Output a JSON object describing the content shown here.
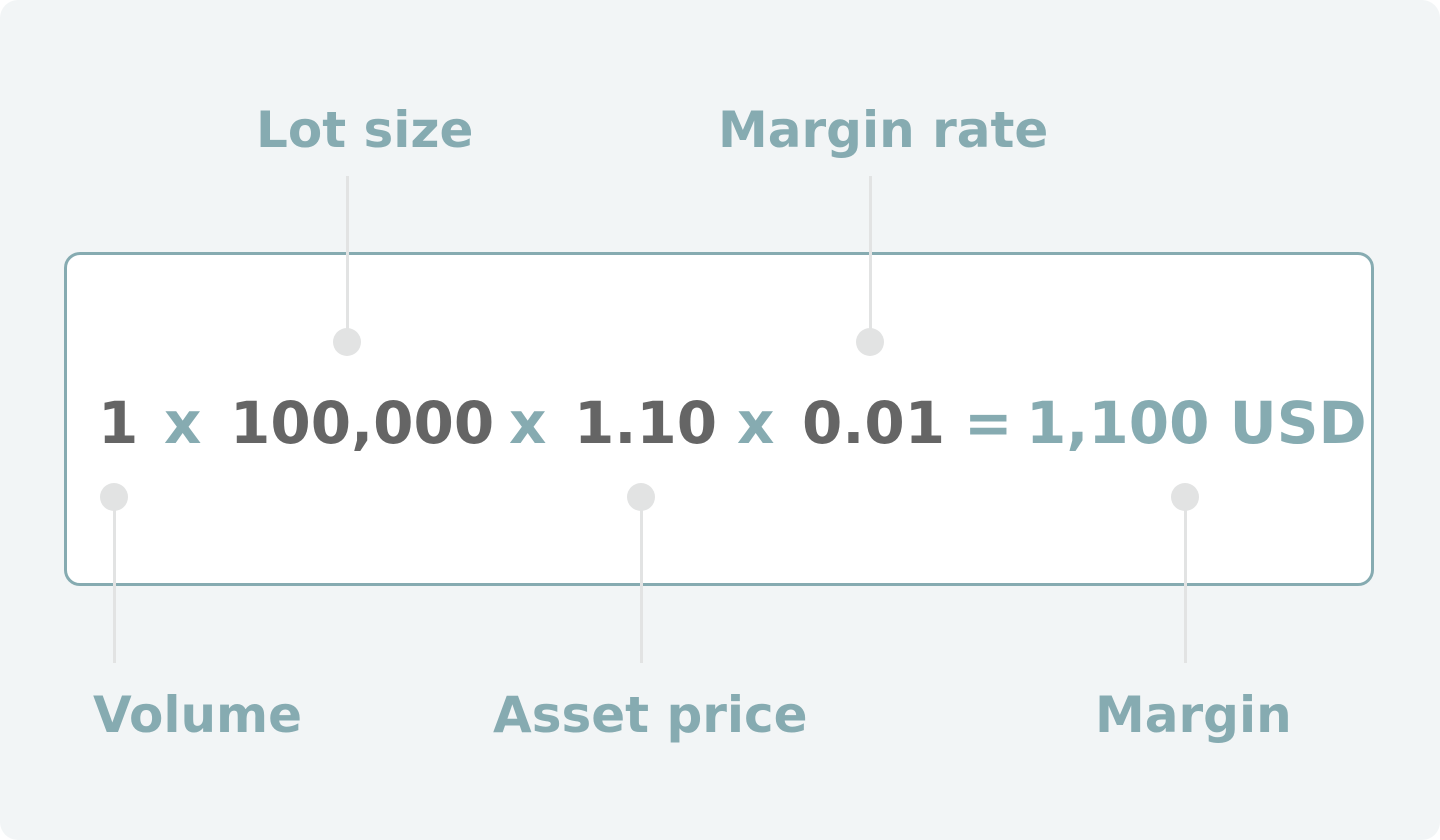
{
  "labels": {
    "lot_size": "Lot size",
    "margin_rate": "Margin rate",
    "volume": "Volume",
    "asset_price": "Asset price",
    "margin": "Margin"
  },
  "formula": {
    "volume": "1",
    "op1": "x",
    "lot_size": "100,000",
    "op2": "x",
    "asset_price": "1.10",
    "op3": "x",
    "margin_rate": "0.01",
    "equals": "=",
    "result": "1,100 USD"
  },
  "colors": {
    "background": "#f2f5f6",
    "accent": "#86abb1",
    "value_text": "#656565",
    "connector": "#e2e3e3",
    "box_fill": "#ffffff"
  }
}
